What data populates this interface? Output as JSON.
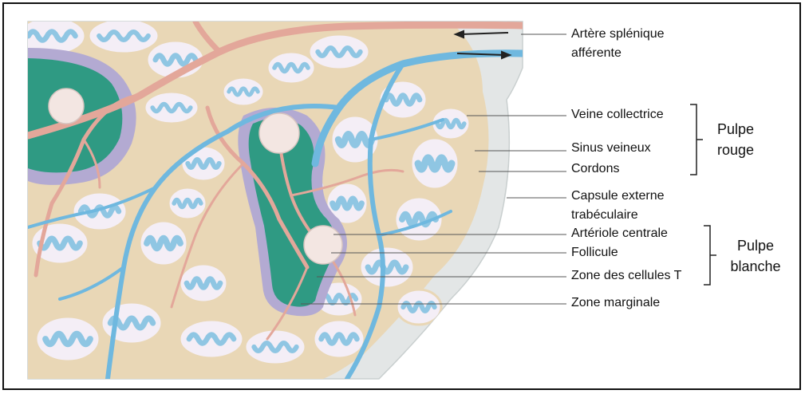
{
  "labels": {
    "artere_line1": "Artère splénique",
    "artere_line2": "afférente",
    "veine_collectrice": "Veine collectrice",
    "sinus_veineux": "Sinus veineux",
    "cordons": "Cordons",
    "capsule_line1": "Capsule externe",
    "capsule_line2": "trabéculaire",
    "arteriole_centrale": "Artériole centrale",
    "follicule": "Follicule",
    "zone_cellules_t": "Zone des cellules T",
    "zone_marginale": "Zone marginale"
  },
  "groups": {
    "pulpe_rouge_line1": "Pulpe",
    "pulpe_rouge_line2": "rouge",
    "pulpe_blanche_line1": "Pulpe",
    "pulpe_blanche_line2": "blanche"
  },
  "colors": {
    "capsule": "#e3e6e6",
    "red_pulp_cord": "#e9d7b6",
    "sinus": "#8fc6e3",
    "sinus_lumen": "#f4eef6",
    "artery": "#e3a79a",
    "vein": "#6fb8df",
    "marginal_zone": "#b3aad2",
    "t_cell_zone": "#2f9a83",
    "follicle": "#f3e6e2"
  }
}
